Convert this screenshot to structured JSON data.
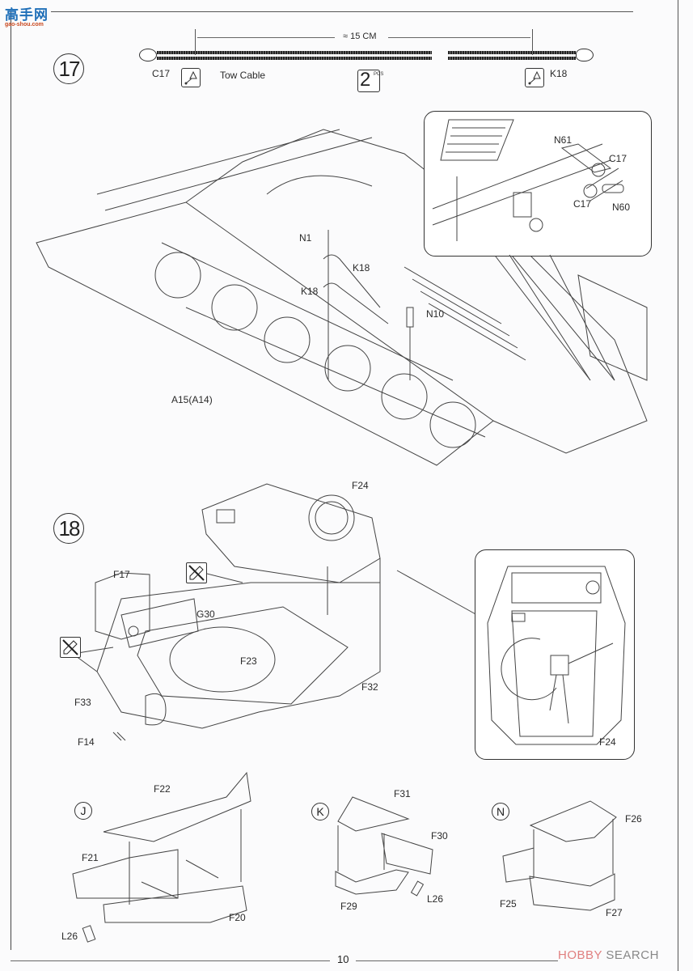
{
  "watermark": {
    "site_name": "高手网",
    "site_url": "gao-shou.com"
  },
  "page_number": "10",
  "footer_brand": {
    "prefix": "HOBBY",
    "suffix": "SEARCH"
  },
  "step17": {
    "number": "17",
    "cable_part": {
      "name": "Tow Cable",
      "dimension": "≈ 15 CM",
      "quantity": "2",
      "quantity_unit": "PCS",
      "end_left": "C17",
      "end_right": "K18"
    },
    "main_labels": {
      "n1": "N1",
      "k18_upper": "K18",
      "k18_lower": "K18",
      "n10": "N10",
      "side_skirt": "A15(A14)"
    },
    "inset_labels": {
      "n61": "N61",
      "c17_upper": "C17",
      "c17_lower": "C17",
      "n60": "N60"
    }
  },
  "step18": {
    "number": "18",
    "labels": {
      "f24": "F24",
      "f17": "F17",
      "g30": "G30",
      "f23": "F23",
      "f32": "F32",
      "f33": "F33",
      "f14": "F14"
    },
    "inset_label": "F24"
  },
  "subassemblies": [
    {
      "letter": "J",
      "parts": {
        "top": "F22",
        "side": "F21",
        "base": "F20",
        "extra": "L26"
      }
    },
    {
      "letter": "K",
      "parts": {
        "top": "F31",
        "side": "F30",
        "base": "F29",
        "extra": "L26"
      }
    },
    {
      "letter": "N",
      "parts": {
        "top": "F26",
        "side": "F25",
        "base": "F27"
      }
    }
  ]
}
